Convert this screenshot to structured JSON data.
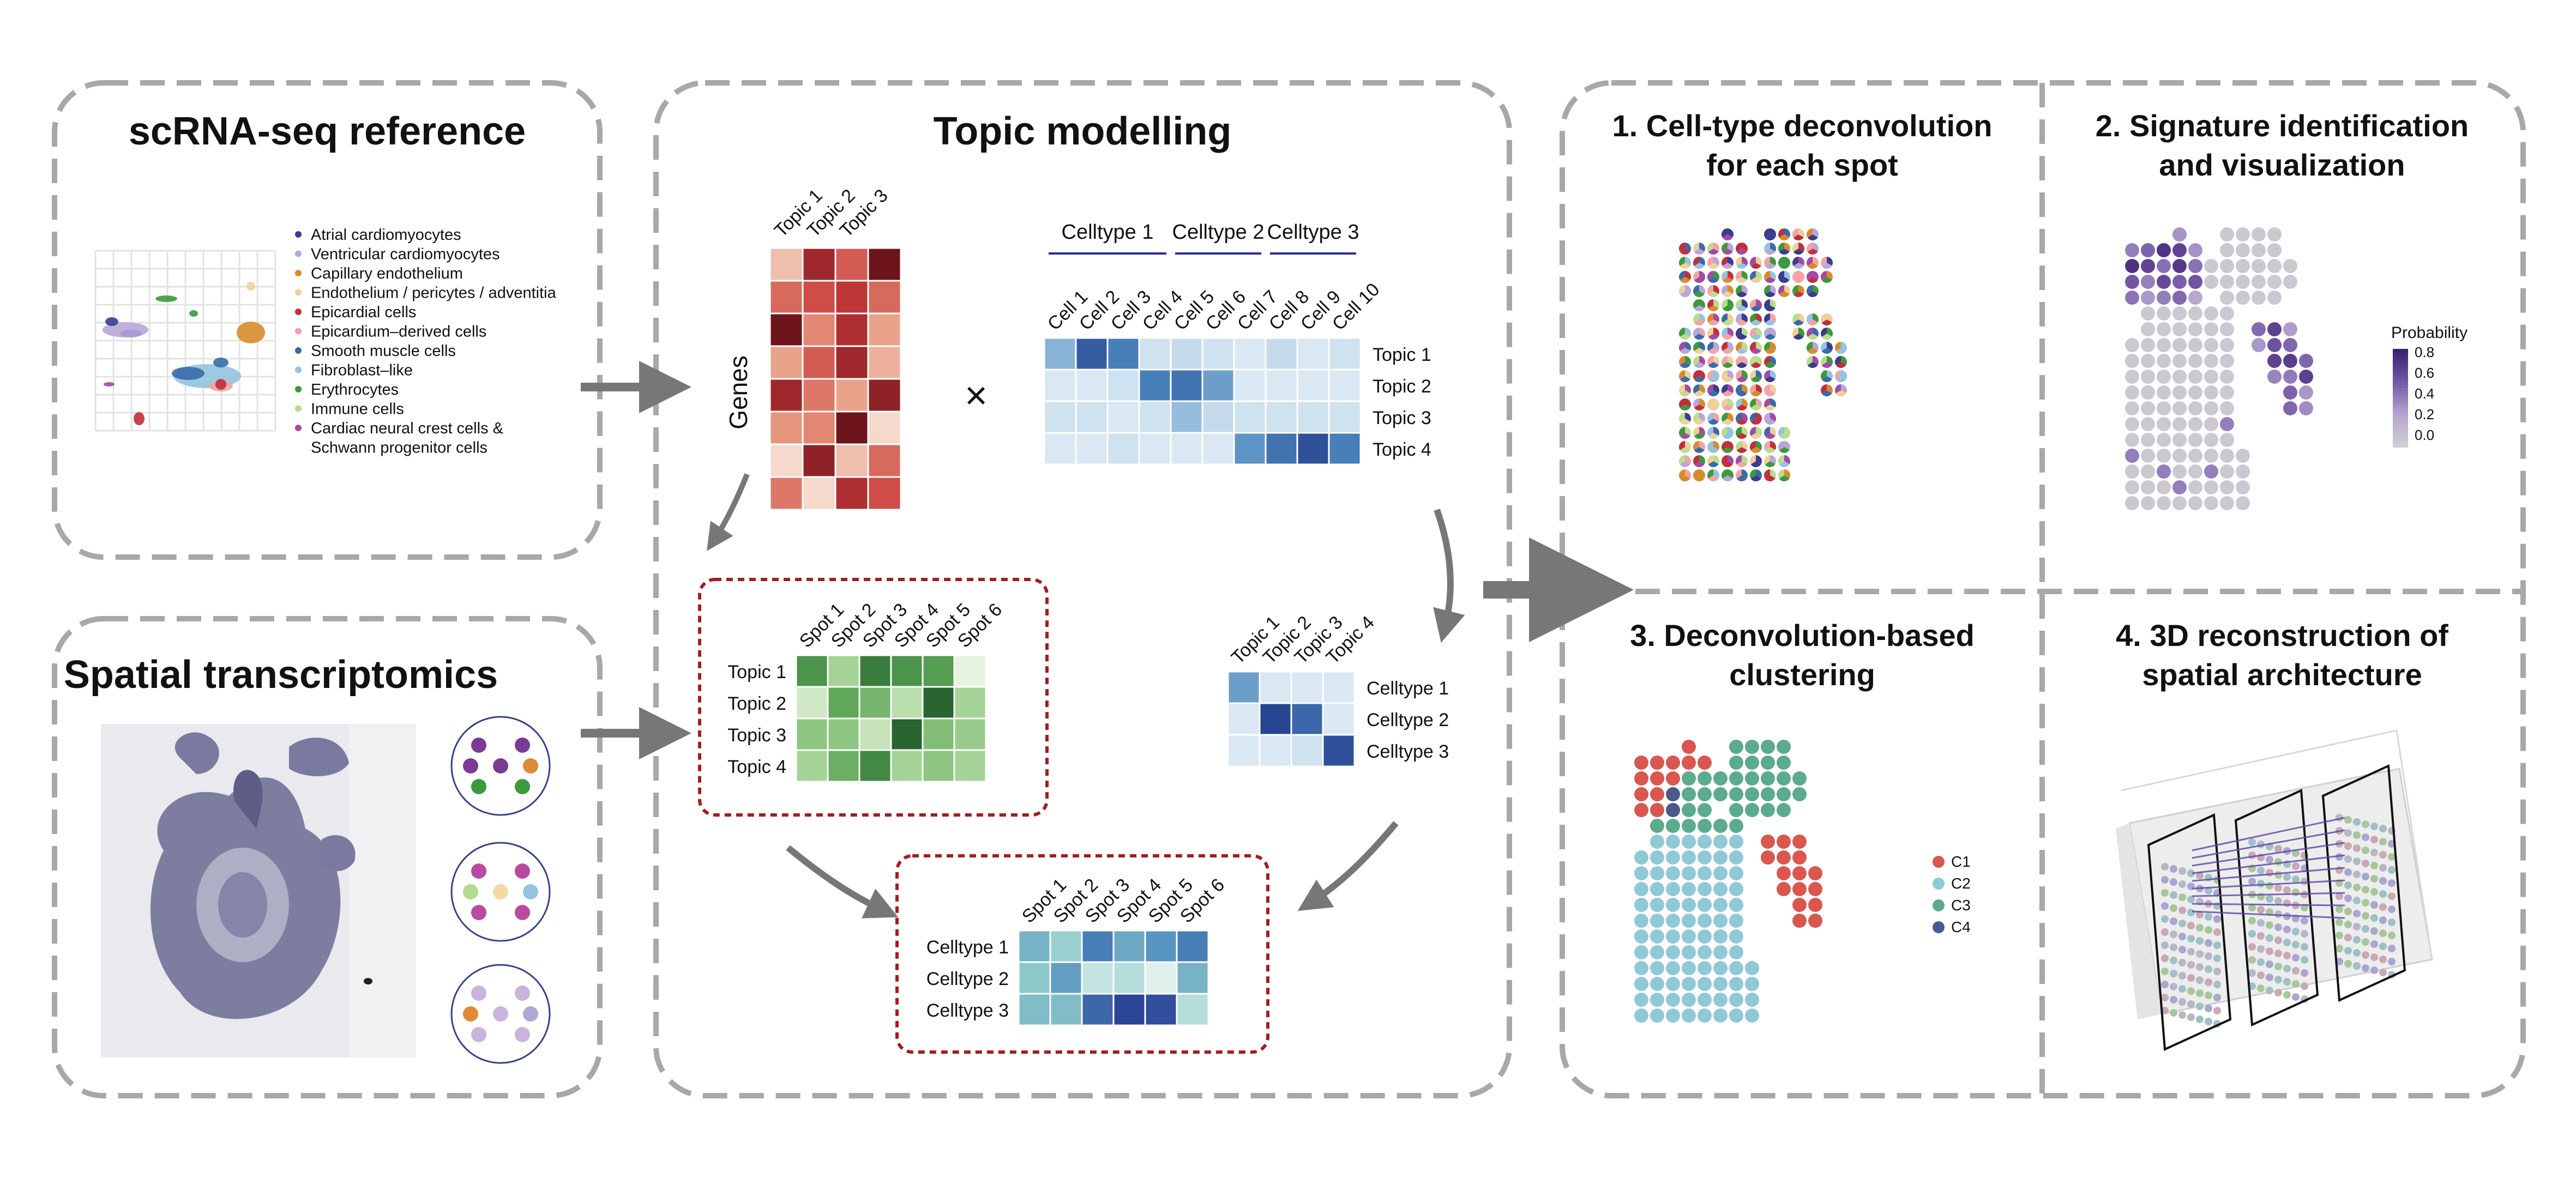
{
  "reference": {
    "title": "scRNA-seq reference",
    "legend": [
      {
        "label": "Atrial cardiomyocytes",
        "color": "#3b3b8f"
      },
      {
        "label": "Ventricular cardiomyocytes",
        "color": "#b9a6d9"
      },
      {
        "label": "Capillary endothelium",
        "color": "#d98b2b"
      },
      {
        "label": "Endothelium / pericytes / adventitia",
        "color": "#efd09a"
      },
      {
        "label": "Epicardial cells",
        "color": "#c0303a"
      },
      {
        "label": "Epicardium–derived cells",
        "color": "#f2a3a6"
      },
      {
        "label": "Smooth muscle cells",
        "color": "#3a6aa8"
      },
      {
        "label": "Fibroblast–like",
        "color": "#94c3e0"
      },
      {
        "label": "Erythrocytes",
        "color": "#3b9a3b"
      },
      {
        "label": "Immune cells",
        "color": "#b9dd8c"
      },
      {
        "label": "Cardiac neural crest cells &",
        "color": "#a34aa3"
      },
      {
        "label": "Schwann progenitor cells",
        "color": ""
      }
    ]
  },
  "spatial": {
    "title": "Spatial transcriptomics"
  },
  "topic": {
    "title": "Topic modelling",
    "genes_label": "Genes",
    "multiply_symbol": "×",
    "topics3": [
      "Topic 1",
      "Topic 2",
      "Topic 3"
    ],
    "topics4": [
      "Topic 1",
      "Topic 2",
      "Topic 3",
      "Topic 4"
    ],
    "celltype_groups": [
      "Celltype 1",
      "Celltype 2",
      "Celltype 3"
    ],
    "cells": [
      "Cell 1",
      "Cell 2",
      "Cell 3",
      "Cell 4",
      "Cell 5",
      "Cell 6",
      "Cell 7",
      "Cell 8",
      "Cell 9",
      "Cell 10"
    ],
    "spots": [
      "Spot 1",
      "Spot 2",
      "Spot 3",
      "Spot 4",
      "Spot 5",
      "Spot 6"
    ],
    "celltypes": [
      "Celltype 1",
      "Celltype 2",
      "Celltype 3"
    ],
    "gene_topic": [
      [
        0.2,
        0.8,
        0.55,
        0.95
      ],
      [
        0.5,
        0.6,
        0.7,
        0.5
      ],
      [
        0.95,
        0.4,
        0.75,
        0.3
      ],
      [
        0.3,
        0.55,
        0.8,
        0.25
      ],
      [
        0.8,
        0.45,
        0.3,
        0.85
      ],
      [
        0.35,
        0.4,
        0.95,
        0.1
      ],
      [
        0.1,
        0.85,
        0.2,
        0.5
      ],
      [
        0.45,
        0.1,
        0.75,
        0.6
      ]
    ],
    "topic_cell": [
      [
        0.45,
        0.85,
        0.7,
        0.15,
        0.2,
        0.15,
        0.1,
        0.2,
        0.1,
        0.15
      ],
      [
        0.1,
        0.1,
        0.15,
        0.7,
        0.75,
        0.55,
        0.1,
        0.1,
        0.1,
        0.1
      ],
      [
        0.15,
        0.15,
        0.1,
        0.15,
        0.4,
        0.2,
        0.15,
        0.15,
        0.15,
        0.15
      ],
      [
        0.1,
        0.1,
        0.15,
        0.1,
        0.1,
        0.1,
        0.6,
        0.75,
        0.9,
        0.7
      ]
    ],
    "topic_spot": [
      [
        0.75,
        0.35,
        0.85,
        0.75,
        0.7,
        0.05
      ],
      [
        0.15,
        0.65,
        0.55,
        0.25,
        0.95,
        0.35
      ],
      [
        0.45,
        0.45,
        0.2,
        0.95,
        0.5,
        0.4
      ],
      [
        0.35,
        0.6,
        0.8,
        0.35,
        0.45,
        0.35
      ]
    ],
    "celltype_topic": [
      [
        0.55,
        0.1,
        0.1,
        0.1
      ],
      [
        0.1,
        0.95,
        0.8,
        0.1
      ],
      [
        0.1,
        0.1,
        0.15,
        0.9
      ]
    ],
    "celltype_spot": [
      [
        0.45,
        0.3,
        0.7,
        0.5,
        0.6,
        0.7
      ],
      [
        0.35,
        0.55,
        0.15,
        0.2,
        0.05,
        0.45
      ],
      [
        0.4,
        0.4,
        0.8,
        0.95,
        0.9,
        0.2
      ]
    ]
  },
  "panels": {
    "p1": {
      "title_line1": "1. Cell-type deconvolution",
      "title_line2": "for each spot"
    },
    "p2": {
      "title_line1": "2. Signature identification",
      "title_line2": "and visualization",
      "colorbar_title": "Probability",
      "colorbar_ticks": [
        "0.8",
        "0.6",
        "0.4",
        "0.2",
        "0.0"
      ]
    },
    "p3": {
      "title_line1": "3. Deconvolution-based",
      "title_line2": "clustering",
      "legend": [
        {
          "label": "C1",
          "color": "#d9574e"
        },
        {
          "label": "C2",
          "color": "#8ecad6"
        },
        {
          "label": "C3",
          "color": "#5bab8d"
        },
        {
          "label": "C4",
          "color": "#4a5a8c"
        }
      ]
    },
    "p4": {
      "title_line1": "4. 3D reconstruction of",
      "title_line2": "spatial architecture"
    }
  },
  "colors": {
    "dash": "#a8a8a8",
    "arrow": "#777777",
    "red_box": "#a31d24",
    "underline": "#27308f"
  }
}
